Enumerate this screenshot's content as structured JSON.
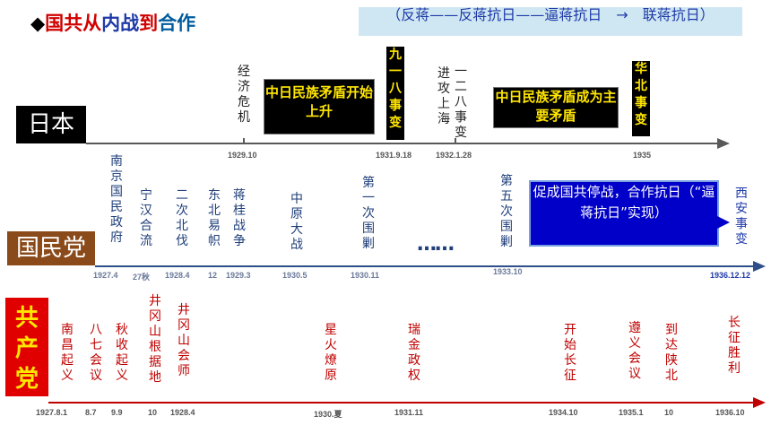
{
  "title": {
    "bullet": "◆",
    "p1": "国共从",
    "p2": "内战",
    "p3": "到",
    "p4": "合作"
  },
  "top_note": "（反蒋——反蒋抗日——逼蒋抗日　→　联蒋抗日）",
  "japan": {
    "label": "日本",
    "box1": "中日民族矛盾开始上升",
    "box2": "中日民族矛盾成为主要矛盾",
    "events": [
      {
        "text": "经济危机",
        "date": "1929.10"
      },
      {
        "text": "九一八事变",
        "date": "1931.9.18"
      },
      {
        "text": "进攻上海",
        "date": ""
      },
      {
        "text": "一二八事变",
        "date": "1932.1.28"
      },
      {
        "text": "华北事变",
        "date": "1935"
      }
    ]
  },
  "kmt": {
    "label": "国民党",
    "box": "促成国共停战，合作抗日（“逼蒋抗日”实现）",
    "dots": "……",
    "events": [
      {
        "text": "南京国民政府",
        "date": "1927.4"
      },
      {
        "text": "宁汉合流",
        "date": "27秋"
      },
      {
        "text": "二次北伐",
        "date": "1928.4"
      },
      {
        "text": "东北易帜",
        "date": "12"
      },
      {
        "text": "蒋桂战争",
        "date": "1929.3"
      },
      {
        "text": "中原大战",
        "date": "1930.5"
      },
      {
        "text": "第一次围剿",
        "date": "1930.11"
      },
      {
        "text": "第五次围剿",
        "date": "1933.10"
      },
      {
        "text": "西安事变",
        "date": "1936.12.12"
      }
    ]
  },
  "ccp": {
    "label": "共产党",
    "events": [
      {
        "text": "南昌起义",
        "date": "1927.8.1"
      },
      {
        "text": "八七会议",
        "date": "8.7"
      },
      {
        "text": "秋收起义",
        "date": "9.9"
      },
      {
        "text": "井冈山根据地",
        "date": "10"
      },
      {
        "text": "井冈山会师",
        "date": "1928.4"
      },
      {
        "text": "星火燎原",
        "date": "1930.夏"
      },
      {
        "text": "瑞金政权",
        "date": "1931.11"
      },
      {
        "text": "开始长征",
        "date": "1934.10"
      },
      {
        "text": "遵义会议",
        "date": "1935.1"
      },
      {
        "text": "到达陕北",
        "date": "10"
      },
      {
        "text": "长征胜利",
        "date": "1936.10"
      }
    ]
  },
  "colors": {
    "japan_line": "#595959",
    "kmt_line": "#2e4f8a",
    "ccp_line": "#c00000",
    "kmt_box": "#0000c8",
    "kmt_label_bg": "#8a4a1a",
    "ccp_label_bg": "#e00000",
    "ccp_label_text": "#ffe600"
  }
}
